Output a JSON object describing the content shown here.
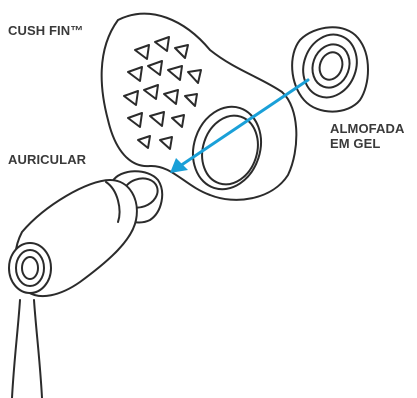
{
  "labels": {
    "cush_fin": "CUSH FIN™",
    "almofada_line1": "ALMOFADA",
    "almofada_line2": "EM GEL",
    "auricular": "AURICULAR"
  },
  "colors": {
    "arrow": "#1aa0d8",
    "line": "#2b2b2b",
    "text": "#3a3a3a"
  }
}
